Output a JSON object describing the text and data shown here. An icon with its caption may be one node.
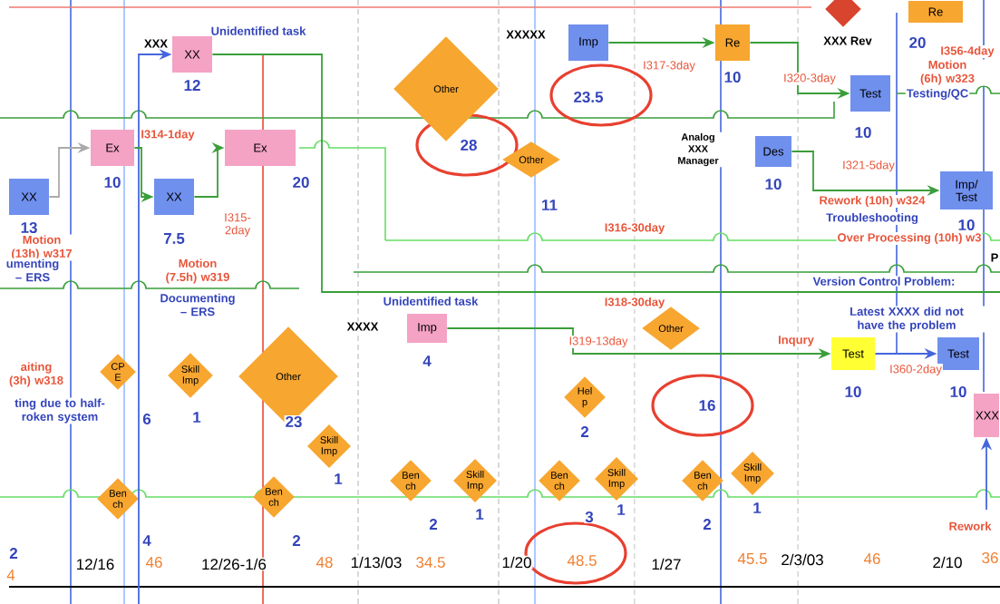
{
  "diagram": {
    "nodes": [
      {
        "text": [
          "XX"
        ],
        "beside": [
          "12",
          "Unidentified task"
        ]
      },
      {
        "text": [
          "Ex"
        ],
        "beside": [
          "10",
          "I314-1day"
        ]
      },
      {
        "text": [
          "XX"
        ],
        "beside": [
          "13",
          "Motion (13h) w317"
        ]
      },
      {
        "text": [
          "XX"
        ],
        "beside": [
          "7.5"
        ]
      },
      {
        "text": [
          "Ex"
        ],
        "beside": [
          "20"
        ]
      },
      {
        "text": [
          "Imp"
        ],
        "beside": [
          "23.5"
        ]
      },
      {
        "text": [
          "Re"
        ],
        "beside": [
          "10"
        ]
      },
      {
        "text": [
          "Test"
        ],
        "beside": [
          "10"
        ]
      },
      {
        "text": [
          "Des"
        ],
        "beside": [
          "10",
          "Analog XXX Manager"
        ]
      },
      {
        "text": [
          "Imp/ Test"
        ],
        "beside": [
          "10"
        ]
      },
      {
        "text": [
          "Imp"
        ],
        "beside": [
          "4",
          "Unidentified task"
        ]
      },
      {
        "text": [
          "Test"
        ],
        "beside": [
          "10"
        ]
      },
      {
        "text": [
          "Test"
        ],
        "beside": [
          "10"
        ]
      },
      {
        "text": [
          "XXX"
        ]
      },
      {
        "text": [
          "Other"
        ],
        "beside": [
          "28"
        ]
      },
      {
        "text": [
          "Other"
        ],
        "beside": [
          "11"
        ]
      },
      {
        "text": [
          "Other"
        ],
        "beside": [
          "16"
        ]
      },
      {
        "text": [
          "Other"
        ],
        "beside": [
          "23"
        ]
      },
      {
        "text": [
          "CP E"
        ],
        "beside": [
          "6"
        ]
      },
      {
        "text": [
          "Skill Imp"
        ],
        "beside": [
          "1"
        ]
      },
      {
        "text": [
          "Skill Imp"
        ],
        "beside": [
          "1"
        ]
      },
      {
        "text": [
          "Ben ch"
        ],
        "beside": [
          "4"
        ]
      },
      {
        "text": [
          "Ben ch"
        ],
        "beside": [
          "2"
        ]
      },
      {
        "text": [
          "Ben ch"
        ],
        "beside": [
          "2"
        ]
      },
      {
        "text": [
          "Skill Imp"
        ],
        "beside": [
          "1"
        ]
      },
      {
        "text": [
          "Hel p"
        ],
        "beside": [
          "2"
        ]
      },
      {
        "text": [
          "Ben ch"
        ],
        "beside": [
          "3"
        ]
      },
      {
        "text": [
          "Skill Imp"
        ],
        "beside": [
          "1"
        ]
      },
      {
        "text": [
          "Ben ch"
        ],
        "beside": [
          "2"
        ]
      },
      {
        "text": [
          "Skill Imp"
        ],
        "beside": [
          "1"
        ]
      },
      {
        "text": [
          "Re"
        ],
        "beside": [
          "20"
        ]
      },
      {
        "text": [],
        "shape": "diamond"
      }
    ],
    "edges": [
      {
        "from": null,
        "to": 0,
        "arrow": "to",
        "color": "#4466dd"
      },
      {
        "from": 2,
        "to": 1,
        "arrow": "to",
        "color": "#aaaaaa"
      },
      {
        "from": 1,
        "to": 3,
        "arrow": "to"
      },
      {
        "from": 3,
        "to": 4,
        "arrow": "to",
        "label": "I315- 2day"
      },
      {
        "from": 5,
        "to": 6,
        "arrow": "to",
        "label": "I317-3day"
      },
      {
        "from": 6,
        "to": 7,
        "arrow": "to",
        "label": "I320-3day"
      },
      {
        "from": 8,
        "to": 9,
        "arrow": "to",
        "label": "I321-5day"
      },
      {
        "from": 11,
        "to": 12,
        "arrow": "to",
        "label": "I360-2day",
        "color": "#4466dd"
      },
      {
        "from": 10,
        "to": 11,
        "arrow": "to",
        "label": "I319-13day"
      },
      {
        "from": null,
        "to": 13,
        "arrow": "to",
        "color": "#4466dd"
      },
      {
        "from": 0,
        "to": null,
        "arrow": "none"
      }
    ],
    "labels": [
      "XXX",
      "XXXXX",
      "XXX Rev",
      "I356-4day",
      "Motion (6h) w323",
      "Testing/QC",
      "umenting – ERS",
      "Motion (7.5h) w319",
      "Documenting – ERS",
      "I316-30day",
      "Rework (10h) w324",
      "Troubleshooting",
      "Over Processing (10h) w3",
      "Version Control Problem:",
      "P",
      "I318-30day",
      "Latest XXXX did not have the problem",
      "XXXX",
      "Inqury",
      "aiting (3h) w318",
      "ting due to half- roken system",
      "Rework",
      "2",
      "4",
      "12/16",
      "46",
      "12/26-1/6",
      "48",
      "1/13/03",
      "34.5",
      "1/20",
      "48.5",
      "1/27",
      "45.5",
      "2/3/03",
      "46",
      "2/10",
      "36"
    ]
  }
}
